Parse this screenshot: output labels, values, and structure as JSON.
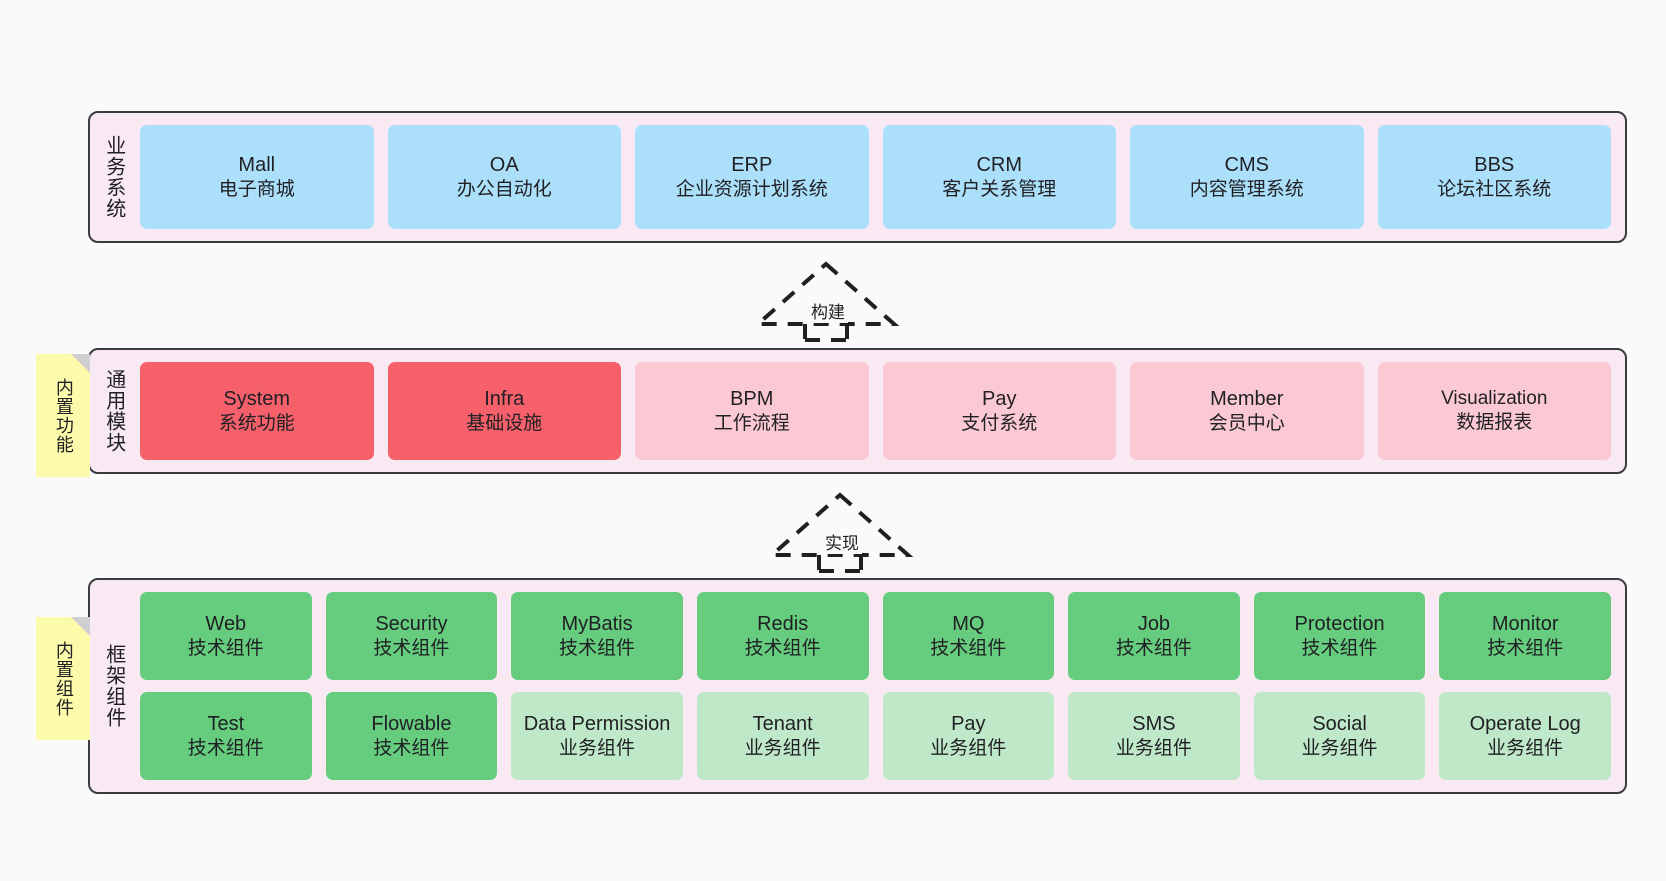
{
  "diagram": {
    "background": "#fafafa",
    "panel_fill": "#f9e9f3",
    "panel_stroke": "#3b3b42",
    "note_fill": "#fbfbab"
  },
  "layers": [
    {
      "id": "business-system",
      "title": "业务系统",
      "note": null,
      "rows": [
        {
          "nodes": [
            {
              "en": "Mall",
              "cn": "电子商城",
              "color": "#ace0fa",
              "style": "blue"
            },
            {
              "en": "OA",
              "cn": "办公自动化",
              "color": "#ace0fa",
              "style": "blue"
            },
            {
              "en": "ERP",
              "cn": "企业资源计划系统",
              "color": "#ace0fa",
              "style": "blue"
            },
            {
              "en": "CRM",
              "cn": "客户关系管理",
              "color": "#ace0fa",
              "style": "blue"
            },
            {
              "en": "CMS",
              "cn": "内容管理系统",
              "color": "#ace0fa",
              "style": "blue"
            },
            {
              "en": "BBS",
              "cn": "论坛社区系统",
              "color": "#ace0fa",
              "style": "blue"
            }
          ]
        }
      ]
    },
    {
      "id": "common-module",
      "title": "通用模块",
      "note": "内置功能",
      "rows": [
        {
          "nodes": [
            {
              "en": "System",
              "cn": "系统功能",
              "color": "#f5606a",
              "style": "redsol"
            },
            {
              "en": "Infra",
              "cn": "基础设施",
              "color": "#f5606a",
              "style": "redsol"
            },
            {
              "en": "BPM",
              "cn": "工作流程",
              "color": "#fbc9d3",
              "style": "pinksf"
            },
            {
              "en": "Pay",
              "cn": "支付系统",
              "color": "#fbc9d3",
              "style": "pinksf"
            },
            {
              "en": "Member",
              "cn": "会员中心",
              "color": "#fbc9d3",
              "style": "pinksf"
            },
            {
              "en": "Visualization",
              "cn": "数据报表",
              "color": "#fbc9d3",
              "style": "pinksf"
            }
          ]
        }
      ]
    },
    {
      "id": "framework-component",
      "title": "框架组件",
      "note": "内置组件",
      "rows": [
        {
          "nodes": [
            {
              "en": "Web",
              "cn": "技术组件",
              "color": "#66cd7e",
              "style": "grnsol"
            },
            {
              "en": "Security",
              "cn": "技术组件",
              "color": "#66cd7e",
              "style": "grnsol"
            },
            {
              "en": "MyBatis",
              "cn": "技术组件",
              "color": "#66cd7e",
              "style": "grnsol"
            },
            {
              "en": "Redis",
              "cn": "技术组件",
              "color": "#66cd7e",
              "style": "grnsol"
            },
            {
              "en": "MQ",
              "cn": "技术组件",
              "color": "#66cd7e",
              "style": "grnsol"
            },
            {
              "en": "Job",
              "cn": "技术组件",
              "color": "#66cd7e",
              "style": "grnsol"
            },
            {
              "en": "Protection",
              "cn": "技术组件",
              "color": "#66cd7e",
              "style": "grnsol"
            },
            {
              "en": "Monitor",
              "cn": "技术组件",
              "color": "#66cd7e",
              "style": "grnsol"
            }
          ]
        },
        {
          "nodes": [
            {
              "en": "Test",
              "cn": "技术组件",
              "color": "#66cd7e",
              "style": "grnsol"
            },
            {
              "en": "Flowable",
              "cn": "技术组件",
              "color": "#66cd7e",
              "style": "grnsol"
            },
            {
              "en": "Data Permission",
              "cn": "业务组件",
              "color": "#bfe8c8",
              "style": "grnsft"
            },
            {
              "en": "Tenant",
              "cn": "业务组件",
              "color": "#bfe8c8",
              "style": "grnsft"
            },
            {
              "en": "Pay",
              "cn": "业务组件",
              "color": "#bfe8c8",
              "style": "grnsft"
            },
            {
              "en": "SMS",
              "cn": "业务组件",
              "color": "#bfe8c8",
              "style": "grnsft"
            },
            {
              "en": "Social",
              "cn": "业务组件",
              "color": "#bfe8c8",
              "style": "grnsft"
            },
            {
              "en": "Operate Log",
              "cn": "业务组件",
              "color": "#bfe8c8",
              "style": "grnsft"
            }
          ]
        }
      ]
    }
  ],
  "connectors": [
    {
      "id": "build",
      "label": "构建",
      "from": "common-module",
      "to": "business-system"
    },
    {
      "id": "implement",
      "label": "实现",
      "from": "framework-component",
      "to": "common-module"
    }
  ]
}
